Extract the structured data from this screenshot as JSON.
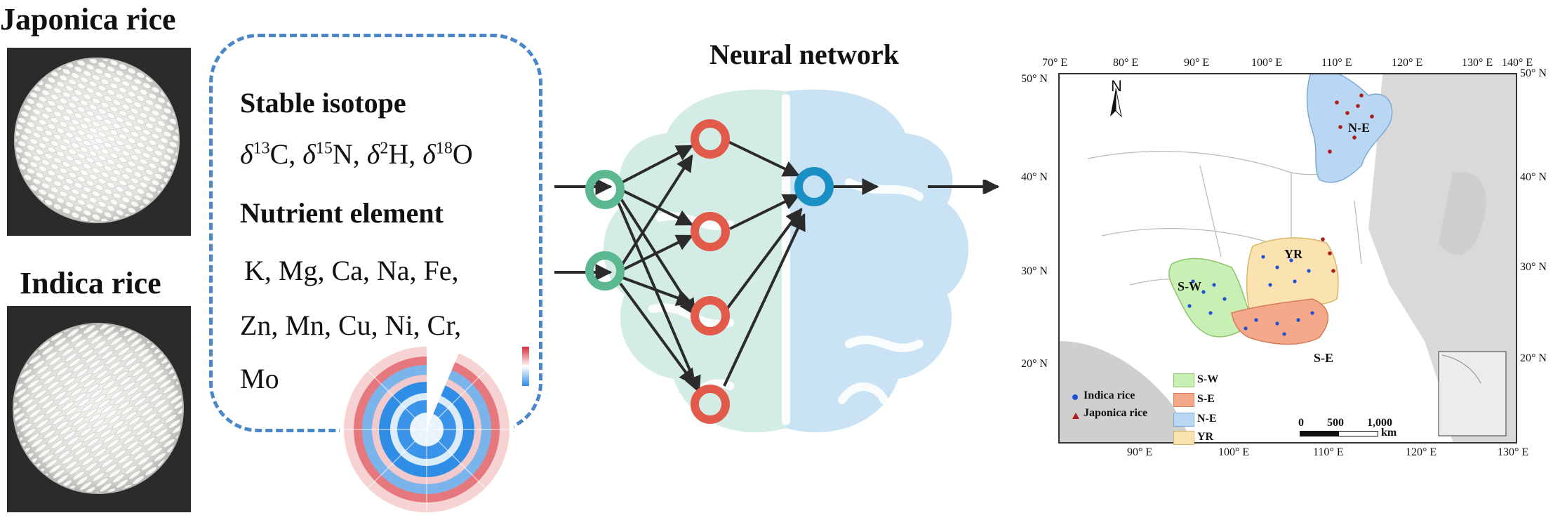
{
  "left": {
    "japonica_title": "Japonica rice",
    "indica_title": "Indica rice"
  },
  "features": {
    "isotope_heading": "Stable isotope",
    "isotopes": [
      {
        "sym": "δ",
        "sup": "13",
        "el": "C"
      },
      {
        "sym": "δ",
        "sup": "15",
        "el": "N"
      },
      {
        "sym": "δ",
        "sup": "2",
        "el": "H"
      },
      {
        "sym": "δ",
        "sup": "18",
        "el": "O"
      }
    ],
    "nutrient_heading": "Nutrient element",
    "nutrient_line1": "K, Mg, Ca, Na, Fe,",
    "nutrient_line2": "Zn, Mn, Cu, Ni, Cr,",
    "nutrient_line3": "Mo"
  },
  "network": {
    "title": "Neural network",
    "input_color": "#5cb891",
    "hidden_color": "#e25a4a",
    "output_color": "#1a8fc4"
  },
  "map": {
    "top_ticks": [
      "70° E",
      "80° E",
      "90° E",
      "100° E",
      "110° E",
      "120° E",
      "130° E",
      "140° E"
    ],
    "bottom_ticks": [
      "90° E",
      "100° E",
      "110° E",
      "120° E",
      "130° E"
    ],
    "left_ticks": [
      "50° N",
      "40° N",
      "30° N",
      "20° N"
    ],
    "right_ticks": [
      "50° N",
      "40° N",
      "30° N",
      "20° N"
    ],
    "north_label": "N",
    "regions": {
      "sw": "S-W",
      "se": "S-E",
      "ne": "N-E",
      "yr": "YR"
    },
    "legend": {
      "indica": "Indica rice",
      "japonica": "Japonica rice",
      "sw": "S-W",
      "se": "S-E",
      "ne": "N-E",
      "yr": "YR"
    },
    "scale": {
      "zero": "0",
      "mid": "500",
      "max": "1,000",
      "unit": "km"
    },
    "colors": {
      "sw": "#c9f0b4",
      "se": "#f4a98a",
      "ne": "#b9d7f3",
      "yr": "#fae3b0",
      "indica": "#1d4fd8",
      "japonica": "#b01c1c"
    }
  }
}
